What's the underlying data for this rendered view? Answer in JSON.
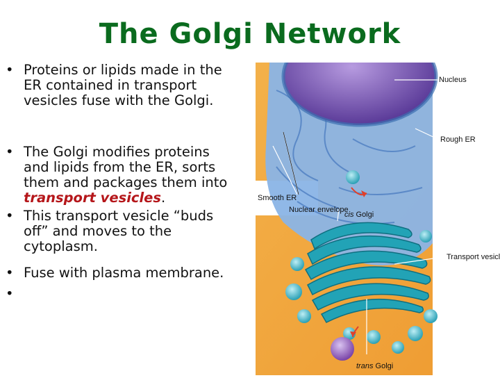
{
  "slide": {
    "title": "The Golgi Network",
    "bullets": [
      {
        "marker": "•",
        "lines": [
          "Proteins or lipids made in the",
          "ER contained in transport",
          "vesicles fuse with the Golgi."
        ]
      },
      {
        "marker": "•",
        "lines": [
          "The Golgi modifies proteins",
          "and lipids from the ER, sorts",
          "them and packages them into"
        ],
        "emphasis": "transport vesicles",
        "tail": "."
      },
      {
        "marker": "•",
        "lines": [
          "This transport vesicle “buds",
          "off” and moves to the",
          "cytoplasm."
        ]
      },
      {
        "marker": "•",
        "lines": [
          "Fuse with plasma membrane."
        ]
      },
      {
        "marker": "•",
        "lines": []
      }
    ]
  },
  "figure": {
    "labels": {
      "nucleus": "Nucleus",
      "rough_er": "Rough ER",
      "smooth_er": "Smooth ER",
      "nuclear_envelope": "Nuclear envelope",
      "cis_golgi_prefix": "cis",
      "cis_golgi_suffix": " Golgi",
      "transport_vesicle": "Transport vesicle",
      "trans_golgi_prefix": "trans",
      "trans_golgi_suffix": " Golgi"
    },
    "colors": {
      "background": "#f2a23c",
      "cell": "#8ab4e6",
      "golgi": "#1e9bb0",
      "nucleus": "#6a4aa8",
      "vesicle": "#8e5bb8",
      "arrow": "#e0402a"
    }
  }
}
